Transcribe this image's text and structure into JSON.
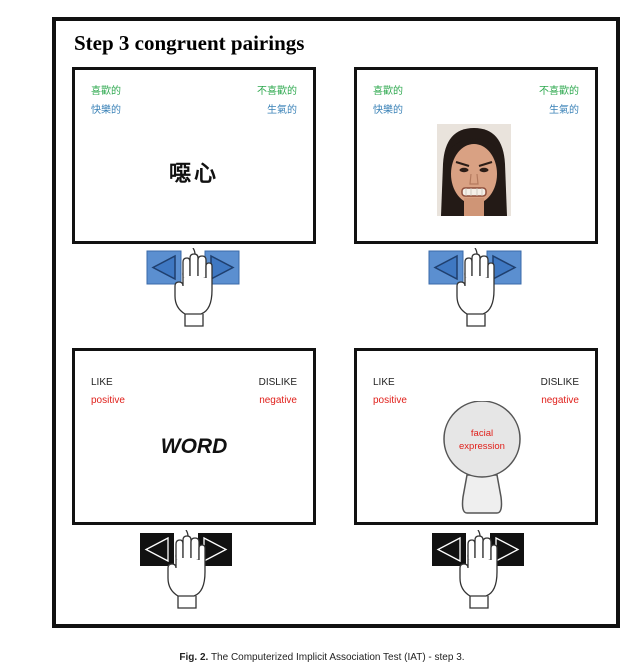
{
  "figure": {
    "title": "Step 3 congruent pairings",
    "caption_label": "Fig. 2.",
    "caption_text": "The Computerized Implicit Association Test (IAT) - step 3."
  },
  "screens": {
    "top_left": {
      "left_top": "喜歡的",
      "left_bottom": "快樂的",
      "right_top": "不喜歡的",
      "right_bottom": "生氣的",
      "stimulus": "噁心"
    },
    "top_right": {
      "left_top": "喜歡的",
      "left_bottom": "快樂的",
      "right_top": "不喜歡的",
      "right_bottom": "生氣的"
    },
    "bottom_left": {
      "left_top": "LIKE",
      "left_bottom": "positive",
      "right_top": "DISLIKE",
      "right_bottom": "negative",
      "stimulus": "WORD"
    },
    "bottom_right": {
      "left_top": "LIKE",
      "left_bottom": "positive",
      "right_top": "DISLIKE",
      "right_bottom": "negative",
      "placeholder_line1": "facial",
      "placeholder_line2": "expression"
    }
  },
  "colors": {
    "label_green": "#2da84e",
    "label_blue": "#3a82b7",
    "label_red": "#e0201b",
    "key_blue": "#5b8fd0",
    "key_black": "#111111"
  },
  "icons": {
    "arrow_keys": "left-right-arrow-keys",
    "hand": "hand-on-mouse",
    "face": "angry-face-photo"
  }
}
